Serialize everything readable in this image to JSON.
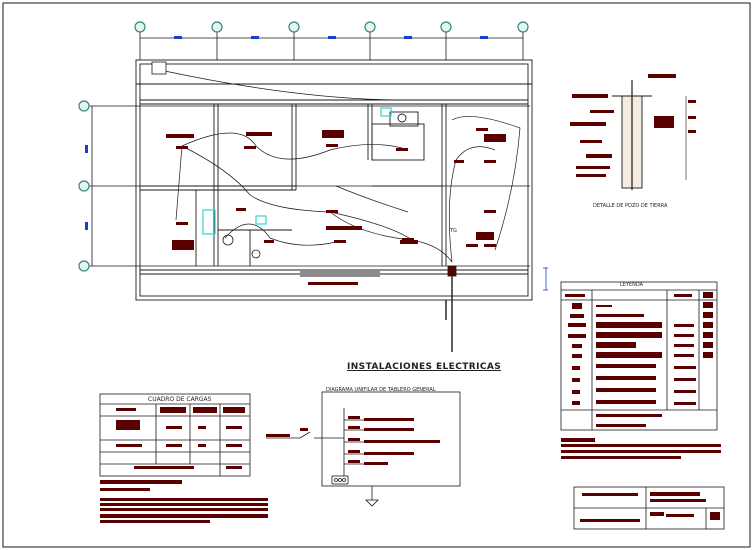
{
  "drawing": {
    "main_title": "INSTALACIONES ELECTRICAS",
    "pozo_caption": "DETALLE DE POZO DE TIERRA",
    "legend_title": "LEYENDA",
    "loads_table_title": "CUADRO DE CARGAS",
    "diagram_title": "DIAGRAMA UNIFILAR DE TABLERO GENERAL",
    "panel_tag": "TG"
  },
  "colors": {
    "line": "#1a1a1a",
    "axis_marker": "#2b8a7a",
    "axis_tick": "#1a3ccf",
    "redacted_text": "#5a0000",
    "fixture_cyan": "#2fd6d6"
  },
  "icons": [
    "axis-bubble-icon",
    "light-fixture-icon",
    "electrical-panel-icon",
    "ground-rod-icon"
  ]
}
